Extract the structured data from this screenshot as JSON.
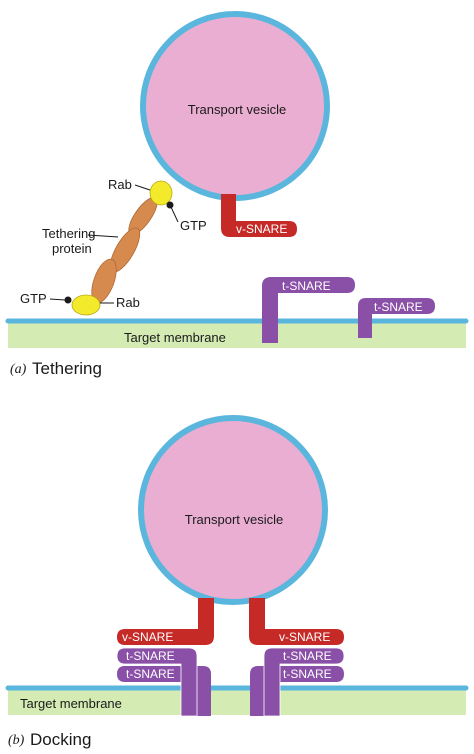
{
  "panel_a": {
    "caption_letter": "(a)",
    "caption_text": "Tethering",
    "vesicle_label": "Transport vesicle",
    "membrane_label": "Target membrane",
    "v_snare": "v-SNARE",
    "t_snare_1": "t-SNARE",
    "t_snare_2": "t-SNARE",
    "rab_top": "Rab",
    "rab_bottom": "Rab",
    "gtp_top": "GTP",
    "gtp_bottom": "GTP",
    "tethering_protein_line1": "Tethering",
    "tethering_protein_line2": "protein"
  },
  "panel_b": {
    "caption_letter": "(b)",
    "caption_text": "Docking",
    "vesicle_label": "Transport vesicle",
    "membrane_label": "Target membrane",
    "left_v_snare": "v-SNARE",
    "left_t_snare_1": "t-SNARE",
    "left_t_snare_2": "t-SNARE",
    "right_v_snare": "v-SNARE",
    "right_t_snare_1": "t-SNARE",
    "right_t_snare_2": "t-SNARE"
  },
  "colors": {
    "vesicle_fill": "#eaaed2",
    "vesicle_border": "#5bb6dd",
    "membrane_fill": "#d4ecb4",
    "membrane_line": "#5bb6dd",
    "v_snare": "#c62a27",
    "t_snare": "#8a4fa6",
    "rab": "#f3ea2b",
    "tethering_protein": "#d68a4e"
  }
}
